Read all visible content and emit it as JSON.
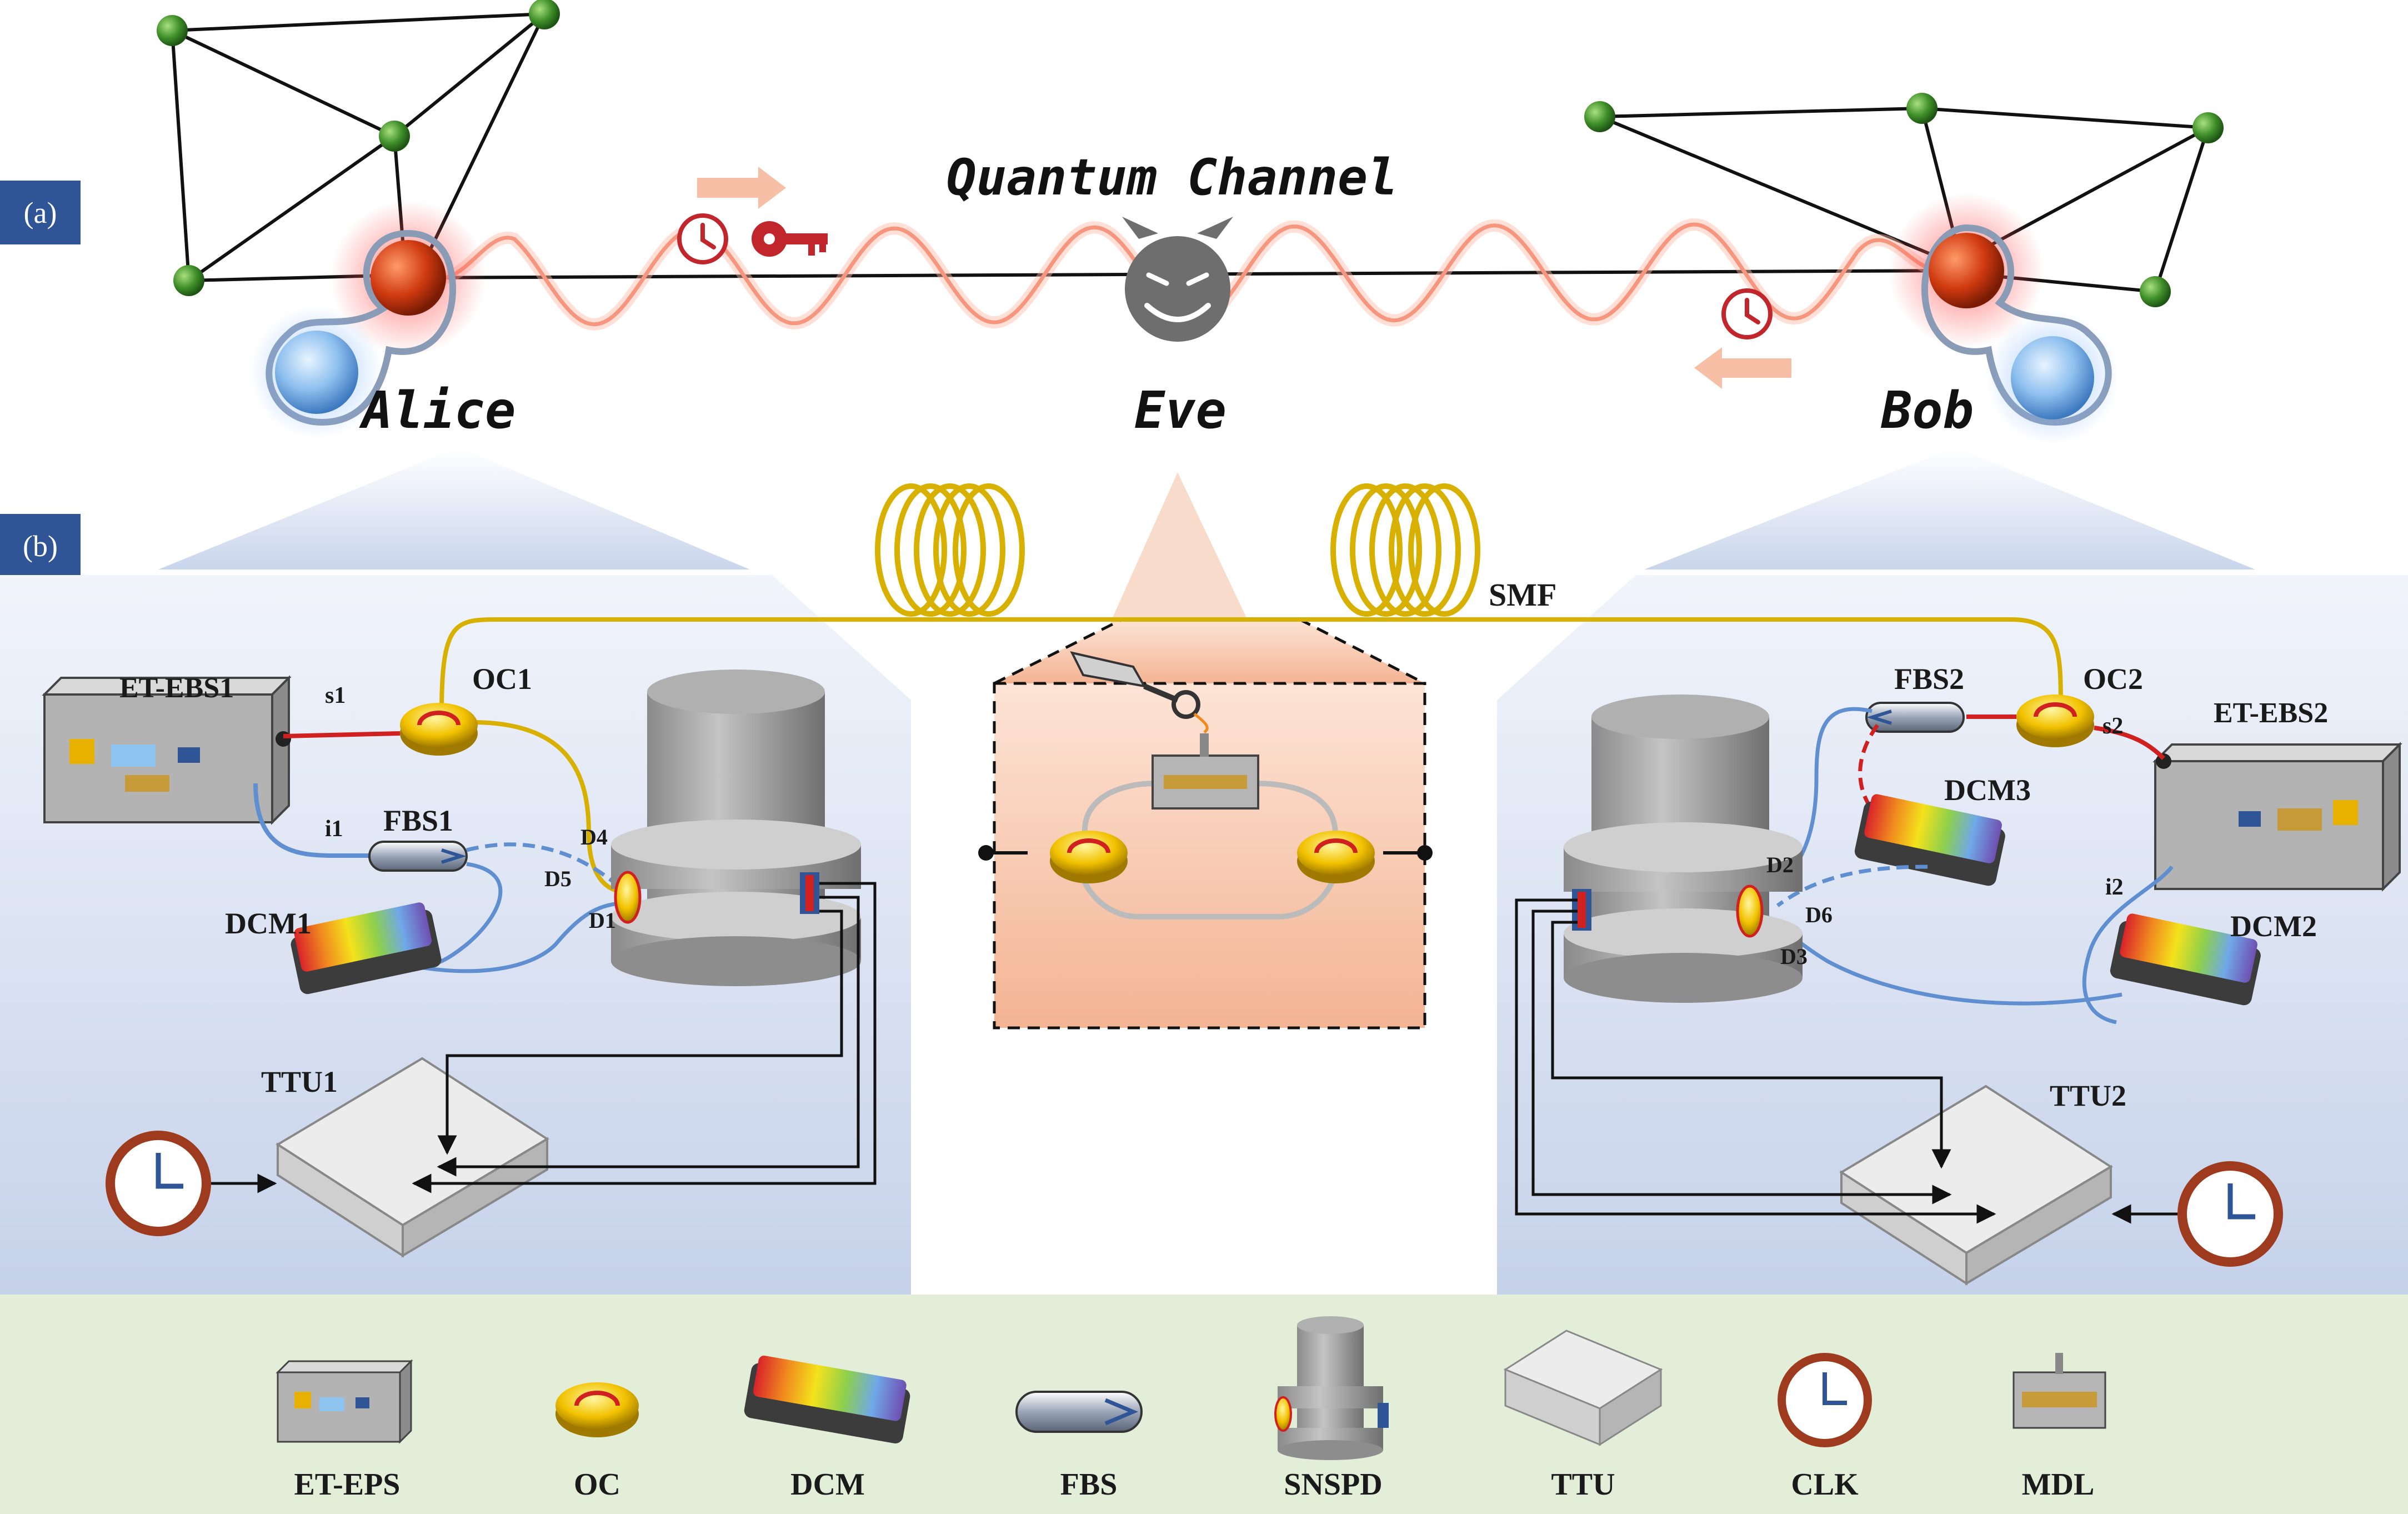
{
  "panels": {
    "a": "(a)",
    "b": "(b)"
  },
  "top": {
    "title": "Quantum Channel",
    "nodes": {
      "alice": "Alice",
      "eve": "Eve",
      "bob": "Bob"
    }
  },
  "labels": {
    "smf": "SMF",
    "alice": {
      "source": "ET-EBS1",
      "circulator": "OC1",
      "splitter": "FBS1",
      "dcm": "DCM1",
      "ttu": "TTU1",
      "s": "s1",
      "i": "i1",
      "d4": "D4",
      "d5": "D5",
      "d1": "D1"
    },
    "bob": {
      "source": "ET-EBS2",
      "circulator": "OC2",
      "splitter": "FBS2",
      "dcm3": "DCM3",
      "dcm2": "DCM2",
      "ttu": "TTU2",
      "s": "s2",
      "i": "i2",
      "d2": "D2",
      "d6": "D6",
      "d3": "D3"
    }
  },
  "legend": [
    {
      "icon": "et-eps-icon",
      "label": "ET-EPS"
    },
    {
      "icon": "oc-icon",
      "label": "OC"
    },
    {
      "icon": "dcm-icon",
      "label": "DCM"
    },
    {
      "icon": "fbs-icon",
      "label": "FBS"
    },
    {
      "icon": "snspd-icon",
      "label": "SNSPD"
    },
    {
      "icon": "ttu-icon",
      "label": "TTU"
    },
    {
      "icon": "clk-icon",
      "label": "CLK"
    },
    {
      "icon": "mdl-icon",
      "label": "MDL"
    }
  ],
  "colors": {
    "panel_tag": "#2f5597",
    "network_node": "#3f8f2a",
    "alice_bob_node": "#d03a10",
    "quantum_wave": "#f07a60",
    "fiber": "#d8b000",
    "idler_fiber": "#5f8fd0",
    "signal_fiber": "#d02020",
    "legend_bg": "#e3eed8",
    "eve_zone": "#f6c8b0"
  }
}
